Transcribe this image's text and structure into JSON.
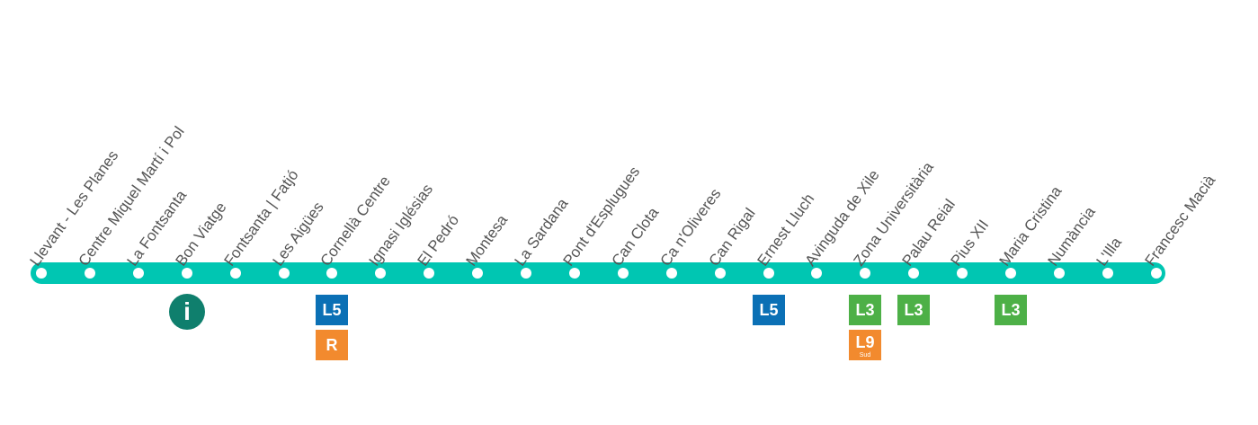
{
  "line": {
    "color": "#00c6b2"
  },
  "stations": [
    {
      "name": "Llevant - Les Planes"
    },
    {
      "name": "Centre Miquel Martí i Pol"
    },
    {
      "name": "La Fontsanta"
    },
    {
      "name": "Bon Viatge",
      "info": true
    },
    {
      "name": "Fontsanta | Fatjó"
    },
    {
      "name": "Les Aigües"
    },
    {
      "name": "Cornellà Centre",
      "connections": [
        {
          "label": "L5",
          "color": "#0b70b5"
        },
        {
          "label": "R",
          "color": "#f28a2e"
        }
      ]
    },
    {
      "name": "Ignasi Iglésias"
    },
    {
      "name": "El Pedró"
    },
    {
      "name": "Montesa"
    },
    {
      "name": "La Sardana"
    },
    {
      "name": "Pont d'Esplugues"
    },
    {
      "name": "Can Clota"
    },
    {
      "name": "Ca n'Oliveres"
    },
    {
      "name": "Can Rigal"
    },
    {
      "name": "Ernest Lluch",
      "connections": [
        {
          "label": "L5",
          "color": "#0b70b5"
        }
      ]
    },
    {
      "name": "Avinguda de Xile"
    },
    {
      "name": "Zona Universitària",
      "connections": [
        {
          "label": "L3",
          "color": "#4db047"
        },
        {
          "label": "L9",
          "sub": "Sud",
          "color": "#f28a2e"
        }
      ]
    },
    {
      "name": "Palau Reial",
      "connections": [
        {
          "label": "L3",
          "color": "#4db047"
        }
      ]
    },
    {
      "name": "Pius XII"
    },
    {
      "name": "Maria Cristina",
      "connections": [
        {
          "label": "L3",
          "color": "#4db047"
        }
      ]
    },
    {
      "name": "Numància"
    },
    {
      "name": "L'Illa"
    },
    {
      "name": "Francesc Macià"
    }
  ],
  "info_badge": {
    "label": "i",
    "color": "#0f7f6d"
  }
}
